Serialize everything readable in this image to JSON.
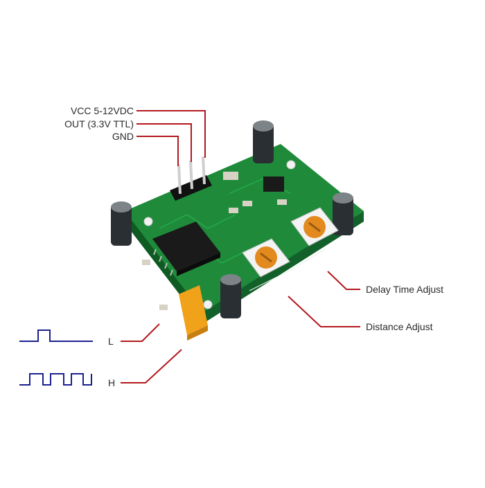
{
  "labels": {
    "vcc": "VCC 5-12VDC",
    "out": "OUT (3.3V TTL)",
    "gnd": "GND",
    "delay": "Delay Time Adjust",
    "distance": "Distance Adjust",
    "low": "L",
    "high": "H"
  },
  "colors": {
    "leader": "#b3171c",
    "waveform": "#1b1f8f",
    "pcb": "#1e8a3a",
    "pcb_dark": "#146b2b",
    "capacitor": "#2a2f33",
    "trimmer": "#e38a1e",
    "jumper": "#f0a21b",
    "ic": "#1a1a1a"
  },
  "icons": [
    "pir-sensor-board-icon",
    "capacitor-icon",
    "potentiometer-icon",
    "jumper-icon",
    "ic-chip-icon",
    "pin-header-icon"
  ]
}
